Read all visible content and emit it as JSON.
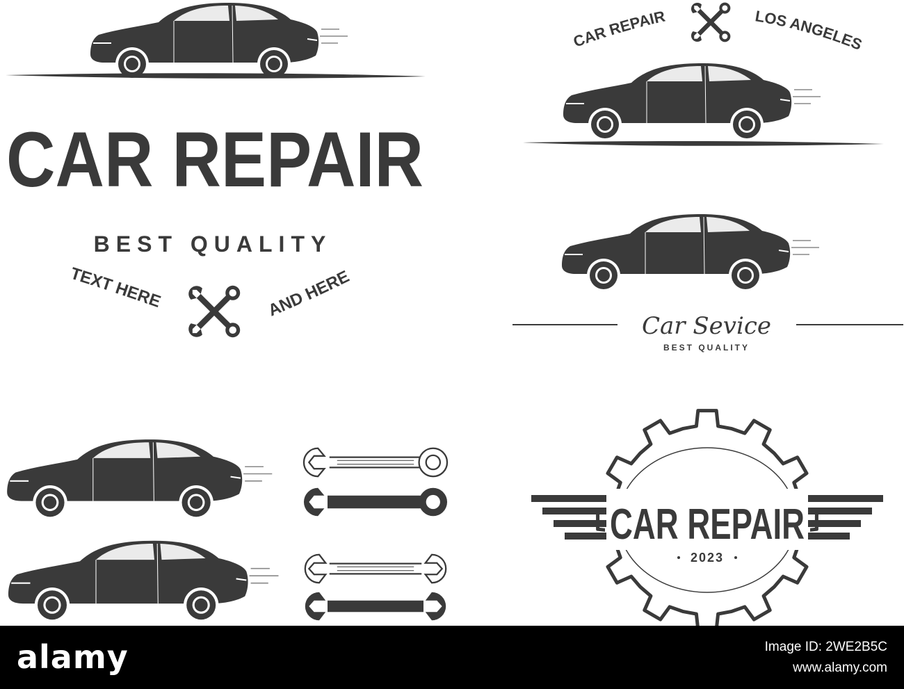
{
  "colors": {
    "ink": "#3a3a3a",
    "background": "#ffffff",
    "stock_bar": "#000000",
    "stock_text": "#ffffff"
  },
  "icons": [
    "car-silhouette-icon",
    "crossed-wrenches-icon",
    "wrench-icon",
    "gear-icon"
  ],
  "badge_main": {
    "title": "CAR REPAIR",
    "subtitle": "BEST QUALITY",
    "left_text": "TEXT HERE",
    "right_text": "AND HERE"
  },
  "badge_la": {
    "left_text": "CAR REPAIR",
    "right_text": "LOS ANGELES"
  },
  "badge_service": {
    "script_text": "Car Sevice",
    "subtitle": "BEST QUALITY"
  },
  "badge_gear": {
    "title": "CAR REPAIR",
    "year": "2023"
  },
  "stock": {
    "logo": "alamy",
    "image_id": "Image ID: 2WE2B5C",
    "url": "www.alamy.com"
  }
}
